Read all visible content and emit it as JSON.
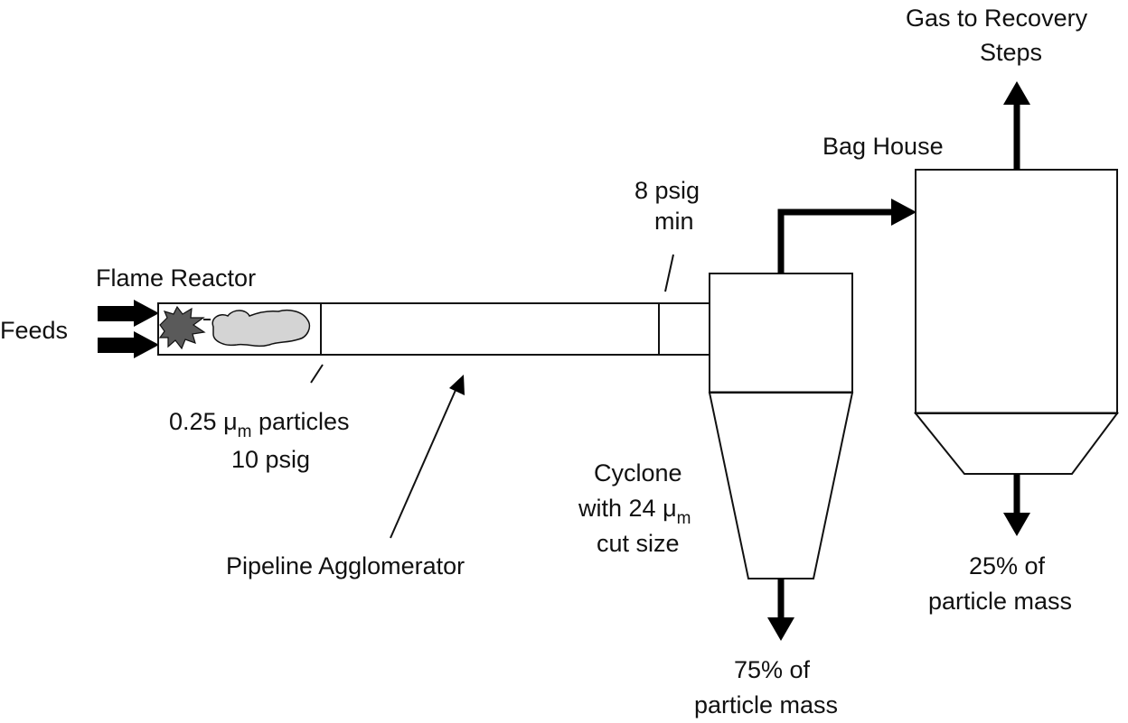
{
  "diagram": {
    "title": "Flame reactor particle recovery process",
    "colors": {
      "line": "#111111",
      "flame": "#5a5a5a",
      "cloud": "#d4d4d4",
      "background": "#ffffff"
    },
    "labels": {
      "feeds": "Feeds",
      "flame_reactor": "Flame Reactor",
      "particles_line1_num": "0.25 ",
      "particles_mu": "μ",
      "particles_sub": "m",
      "particles_line1_rest": " particles",
      "particles_line2": "10 psig",
      "pipeline": "Pipeline Agglomerator",
      "min_pressure_line1": "8 psig",
      "min_pressure_line2": "min",
      "cyclone_line1": "Cyclone",
      "cyclone_line2_text": "with 24 ",
      "cyclone_mu": "μ",
      "cyclone_sub": "m",
      "cyclone_line3": "cut size",
      "cyclone_out_line1": "75% of",
      "cyclone_out_line2": "particle mass",
      "baghouse": "Bag House",
      "gas_line1": "Gas to Recovery",
      "gas_line2": "Steps",
      "baghouse_out_line1": "25% of",
      "baghouse_out_line2": "particle mass"
    },
    "icons": [
      "flame-burst-icon",
      "particle-cloud-icon"
    ]
  }
}
